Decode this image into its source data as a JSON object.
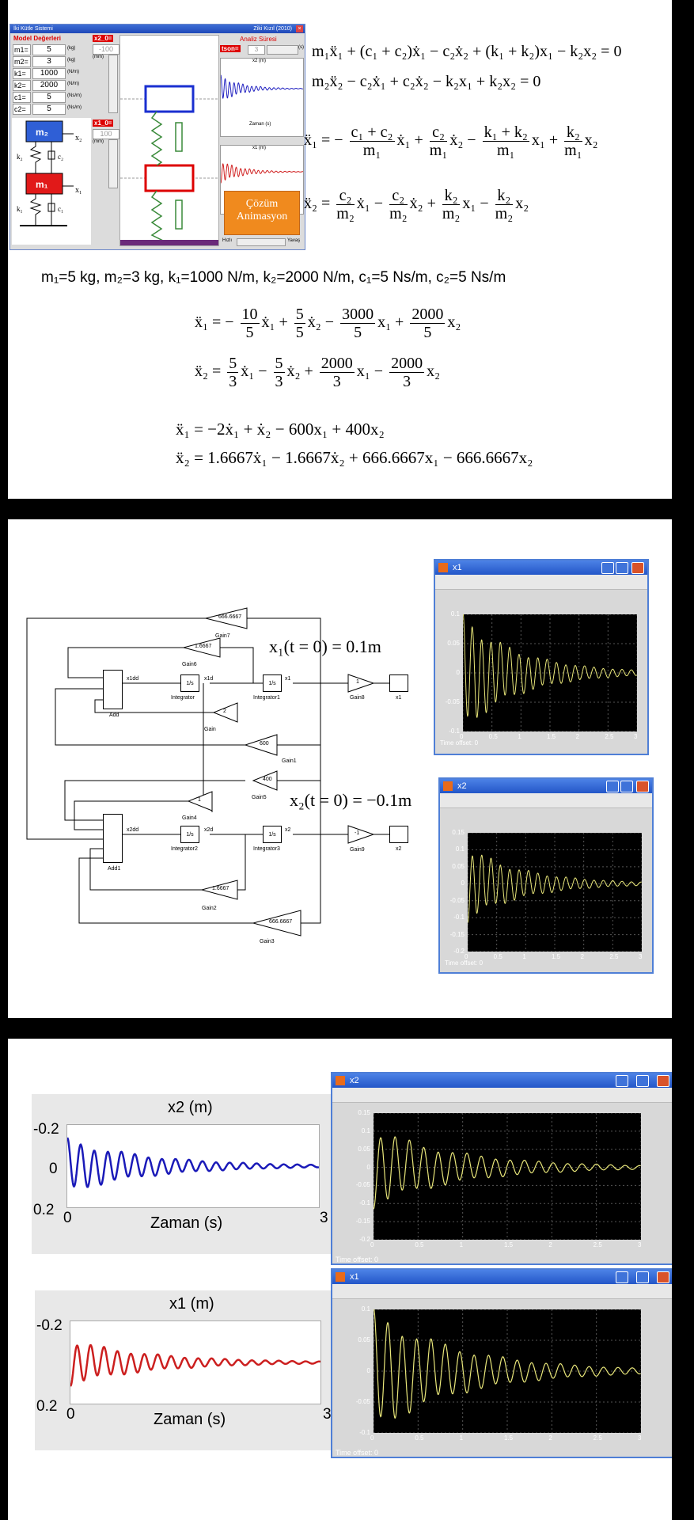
{
  "app": {
    "title": "İki Kütle Sistemi",
    "title_right": "Ziki Kızıl (2010)",
    "model_header": "Model Değerleri",
    "params": [
      {
        "key": "m1=",
        "value": "5",
        "unit": "(kg)"
      },
      {
        "key": "m2=",
        "value": "3",
        "unit": "(kg)"
      },
      {
        "key": "k1=",
        "value": "1000",
        "unit": "(N/m)"
      },
      {
        "key": "k2=",
        "value": "2000",
        "unit": "(N/m)"
      },
      {
        "key": "c1=",
        "value": "5",
        "unit": "(Ns/m)"
      },
      {
        "key": "c2=",
        "value": "5",
        "unit": "(Ns/m)"
      }
    ],
    "x2_0_label": "x2_0=",
    "x2_0_value": "-100",
    "x1_0_label": "x1_0=",
    "x1_0_value": "100",
    "unit_mm": "(mm)",
    "analysis_label": "Analiz Süresi",
    "tson_label": "tson=",
    "tson_value": "3",
    "tson_unit": "(s)",
    "m2_label": "m₂",
    "m1_label": "m₁",
    "k2": "k₂",
    "c2": "c₂",
    "k1": "k₁",
    "c1": "c₁",
    "x2": "x₂",
    "x1": "x₁",
    "plot_x2_title": "x2 (m)",
    "plot_x1_title": "x1 (m)",
    "zaman": "Zaman (s)",
    "ytop": "-0.2",
    "ymid": "0",
    "ybot": "0.2",
    "xmin": "0",
    "xmax": "3",
    "solve_button_l1": "Çözüm",
    "solve_button_l2": "Animasyon",
    "speed_fast": "Hızlı",
    "speed_slow": "Yavaş"
  },
  "equations": {
    "eq1": "m₁ẍ₁ + (c₁ + c₂)ẋ₁ − c₂ẋ₂ + (k₁ + k₂)x₁ − k₂x₂ = 0",
    "eq2": "m₂ẍ₂ − c₂ẋ₁ + c₂ẋ₂ − k₂x₁ + k₂x₂ = 0",
    "params_line": "m₁=5 kg, m₂=3 kg, k₁=1000 N/m, k₂=2000 N/m, c₁=5 Ns/m, c₂=5 Ns/m",
    "eq7": "ẍ₁ = −2ẋ₁ + ẋ₂ − 600x₁ + 400x₂",
    "eq8": "ẍ₂ = 1.6667ẋ₁ − 1.6667ẋ₂ + 666.6667x₁ − 666.6667x₂"
  },
  "eq3": {
    "lhs": "= −",
    "f1n": "c₁ + c₂",
    "f1d": "m₁",
    "f2n": "c₂",
    "f2d": "m₁",
    "f3n": "k₁ + k₂",
    "f3d": "m₁",
    "x1": "x₁",
    "f4n": "k₂",
    "f4d": "m₁",
    "x2": "x₂"
  },
  "eq4": {
    "f1n": "c₂",
    "f1d": "m₂",
    "f2n": "c₂",
    "f2d": "m₂",
    "f3n": "k₂",
    "f3d": "m₂",
    "x1": "x₁",
    "f4n": "k₂",
    "f4d": "m₂",
    "x2": "x₂"
  },
  "eq5": {
    "f1n": "10",
    "f1d": "5",
    "f2n": "5",
    "f2d": "5",
    "f3n": "3000",
    "f3d": "5",
    "x1": "x₁",
    "f4n": "2000",
    "f4d": "5",
    "x2": "x₂"
  },
  "eq6": {
    "f1n": "5",
    "f1d": "3",
    "f2n": "5",
    "f2d": "3",
    "f3n": "2000",
    "f3d": "3",
    "x1": "x₁",
    "f4n": "2000",
    "f4d": "3",
    "x2": "x₂"
  },
  "simulink": {
    "gains": [
      "666.6667",
      "1.6667",
      "2",
      "600",
      "400",
      "1",
      "1.6667",
      "666.6667"
    ],
    "gain_names": [
      "Gain7",
      "Gain6",
      "Gain",
      "Gain1",
      "Gain5",
      "Gain4",
      "Gain2",
      "Gain3"
    ],
    "add1": "Add",
    "add2": "Add1",
    "int1": "Integrator",
    "int2": "Integrator1",
    "int3": "Integrator2",
    "int4": "Integrator3",
    "sig_x1dd": "x1dd",
    "sig_x1d": "x1d",
    "sig_x1": "x1",
    "sig_x2dd": "x2dd",
    "sig_x2d": "x2d",
    "sig_x2": "x2",
    "gain8": "1",
    "gain8_name": "Gain8",
    "gain9": "-1",
    "gain9_name": "Gain9",
    "scope1": "x1",
    "scope2": "x2",
    "int_label": "1/s",
    "ic1": "x₁(t = 0) = 0.1m",
    "ic2": "x₂(t = 0) = −0.1m"
  },
  "scopes": {
    "x1": {
      "title": "x1",
      "yticks": [
        "0.1",
        "0.05",
        "0",
        "-0.05",
        "-0.1"
      ],
      "xticks": [
        "0",
        "0.5",
        "1",
        "1.5",
        "2",
        "2.5",
        "3"
      ],
      "time_offset": "Time offset:  0"
    },
    "x2": {
      "title": "x2",
      "yticks": [
        "0.15",
        "0.1",
        "0.05",
        "0",
        "-0.05",
        "-0.1",
        "-0.15",
        "-0.2"
      ],
      "xticks": [
        "0",
        "0.5",
        "1",
        "1.5",
        "2",
        "2.5",
        "3"
      ],
      "time_offset": "Time offset:  0"
    }
  },
  "comparison": {
    "x2_title": "x2 (m)",
    "x1_title": "x1 (m)",
    "zaman": "Zaman (s)",
    "ytop": "-0.2",
    "ymid": "0",
    "ybot": "0.2",
    "xmin": "0",
    "xmax": "3"
  },
  "colors": {
    "blue_mass": "#2f5fd6",
    "red_mass": "#e11919",
    "trace_yellow": "#e9e77a",
    "orange": "#f08a1e",
    "x2_trace": "#2020c0",
    "x1_trace": "#d02020"
  }
}
